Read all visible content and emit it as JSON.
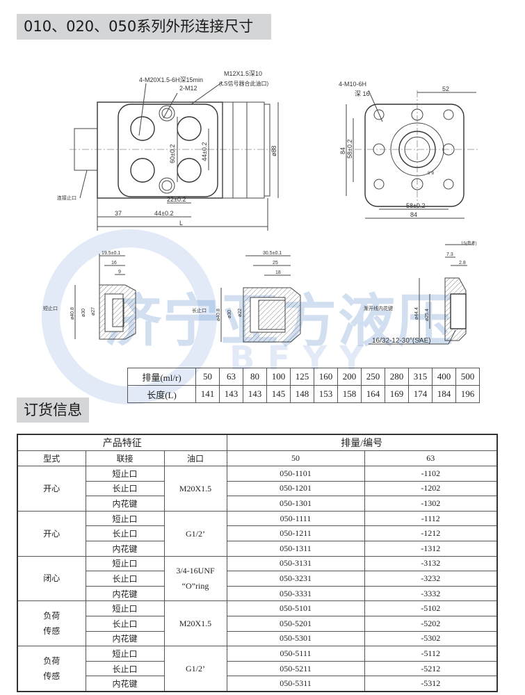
{
  "section1_title": "010、020、050系列外形连接尺寸",
  "section2_title": "订货信息",
  "watermark": {
    "cn": "济宁亚方液压",
    "en": "BFYY"
  },
  "drawing_front": {
    "port_thread": "4-M20X1.5-6H深15min",
    "ls_port": "M12X1.5深10",
    "ls_note": "(LS信号器合此油口)",
    "mount": "2-M12",
    "d60": "60±0.2",
    "d44v": "44±0.2",
    "d88": "ø88",
    "d22": "22±0.2",
    "d37": "37",
    "d44h": "44±0.2",
    "dL": "L",
    "spigot": "连接止口"
  },
  "drawing_rear": {
    "thread": "4-M10-6H",
    "depth": "深 16",
    "d52": "52",
    "d84v": "84",
    "d58v": "58±0.2",
    "d58h": "58±0.2",
    "d84h": "84",
    "key": "8°8"
  },
  "section_short": {
    "label": "短止口",
    "d1": "19.5±0.1",
    "d2": "16",
    "d3": "9",
    "dia1": "ø40.8",
    "dia2": "ø30",
    "dia3": "ø27"
  },
  "section_long": {
    "label": "长止口",
    "d1": "30.5±0.1",
    "d2": "25",
    "d3": "18",
    "dia1": "ø40.8",
    "dia2": "ø30",
    "dia3": "ø22"
  },
  "section_spline": {
    "label": "渐开线内花键",
    "d1": "15(参考)",
    "d2": "7.3",
    "d3": "2.8",
    "dia1": "ø44.4",
    "dia2": "ø25.4",
    "spec": "16/32-12-30°(SAE)"
  },
  "displacement_table": {
    "row1_label": "排量(ml/r)",
    "row2_label": "长度(L)",
    "displacement": [
      "50",
      "63",
      "80",
      "100",
      "125",
      "160",
      "200",
      "250",
      "280",
      "315",
      "400",
      "500"
    ],
    "length": [
      "141",
      "143",
      "143",
      "145",
      "148",
      "153",
      "158",
      "164",
      "169",
      "174",
      "184",
      "196"
    ]
  },
  "order_table": {
    "group_headers": [
      "产品特征",
      "排量/编号"
    ],
    "headers": [
      "型式",
      "联接",
      "油口",
      "50",
      "63"
    ],
    "groups": [
      {
        "type": "开心",
        "port": "M20X1.5",
        "rows": [
          [
            "短止口",
            "050-1101",
            "-1102"
          ],
          [
            "长止口",
            "050-1201",
            "-1202"
          ],
          [
            "内花键",
            "050-1301",
            "-1302"
          ]
        ]
      },
      {
        "type": "开心",
        "port": "G1/2’",
        "rows": [
          [
            "短止口",
            "050-1111",
            "-1112"
          ],
          [
            "长止口",
            "050-1211",
            "-1212"
          ],
          [
            "内花键",
            "050-1311",
            "-1312"
          ]
        ]
      },
      {
        "type": "闭心",
        "port": "3/4-16UNF “O”ring",
        "rows": [
          [
            "短止口",
            "050-3131",
            "-3132"
          ],
          [
            "长止口",
            "050-3231",
            "-3232"
          ],
          [
            "内花键",
            "050-3331",
            "-3332"
          ]
        ]
      },
      {
        "type": "负荷 传感",
        "port": "M20X1.5",
        "rows": [
          [
            "短止口",
            "050-5101",
            "-5102"
          ],
          [
            "长止口",
            "050-5201",
            "-5202"
          ],
          [
            "内花键",
            "050-5301",
            "-5302"
          ]
        ]
      },
      {
        "type": "负荷 传感",
        "port": "G1/2’",
        "rows": [
          [
            "短止口",
            "050-5111",
            "-5112"
          ],
          [
            "长止口",
            "050-5211",
            "-5212"
          ],
          [
            "内花键",
            "050-5311",
            "-5312"
          ]
        ]
      }
    ]
  }
}
